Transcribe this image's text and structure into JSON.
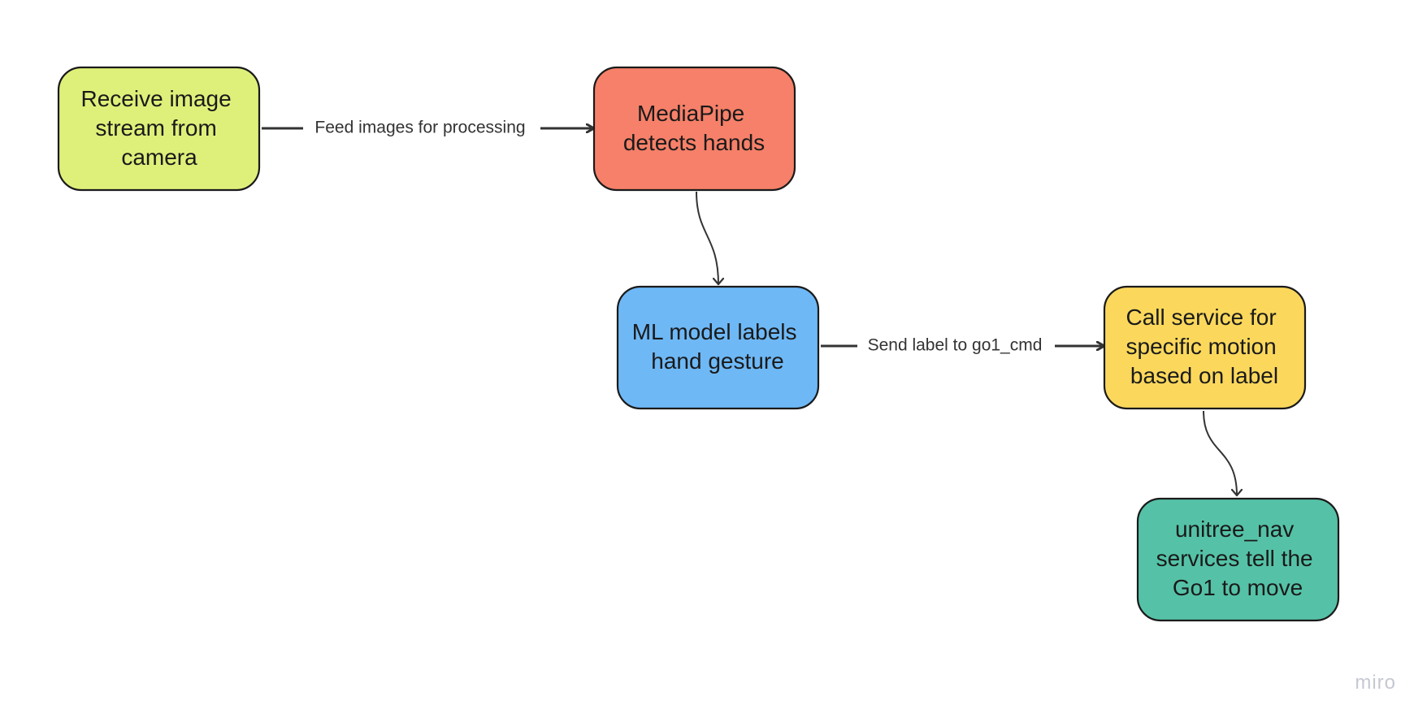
{
  "colors": {
    "receive": "#dff07a",
    "mediapipe": "#f68069",
    "ml_model": "#6eb8f6",
    "call_service": "#fbd85c",
    "unitree": "#55c2a7",
    "stroke": "#1a1a1a",
    "edge": "#333333",
    "watermark": "#c6c8d2"
  },
  "nodes": {
    "receive": {
      "lines": [
        "Receive image",
        "stream from",
        "camera"
      ]
    },
    "mediapipe": {
      "lines": [
        "MediaPipe",
        "detects hands"
      ]
    },
    "ml_model": {
      "lines": [
        "ML model labels",
        "hand gesture"
      ]
    },
    "call_service": {
      "lines": [
        "Call service for",
        "specific motion",
        "based on label"
      ]
    },
    "unitree": {
      "lines": [
        "unitree_nav",
        "services tell the",
        "Go1 to move"
      ]
    }
  },
  "edges": {
    "feed": {
      "label": "Feed images for processing"
    },
    "send": {
      "label": "Send label to go1_cmd"
    }
  },
  "watermark": "miro"
}
